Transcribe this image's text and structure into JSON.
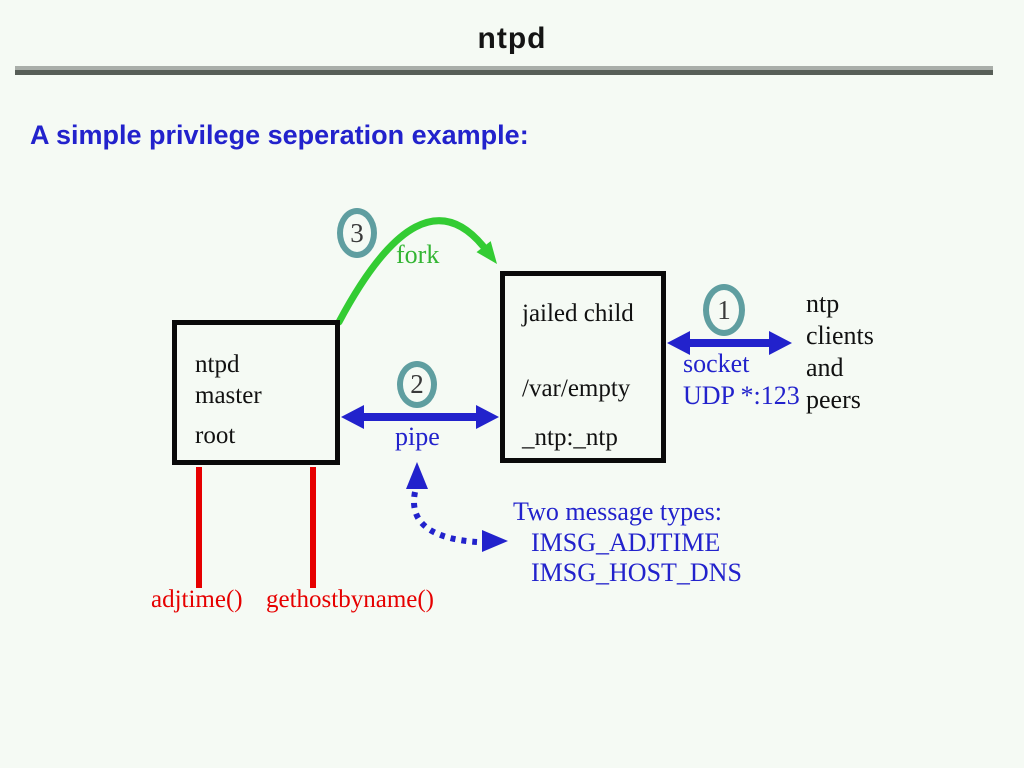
{
  "slide": {
    "title": "ntpd",
    "subtitle": "A simple privilege seperation example:"
  },
  "diagram": {
    "master_box": {
      "lines": [
        "ntpd",
        "master",
        "root"
      ]
    },
    "child_box": {
      "lines": [
        "jailed child",
        "/var/empty",
        "_ntp:_ntp"
      ]
    },
    "steps": {
      "socket": {
        "number": "1",
        "label": "socket",
        "sublabel": "UDP *:123"
      },
      "pipe": {
        "number": "2",
        "label": "pipe"
      },
      "fork": {
        "number": "3",
        "label": "fork"
      }
    },
    "clients": {
      "lines": [
        "ntp",
        "clients",
        "and",
        "peers"
      ]
    },
    "messages": {
      "heading": "Two message types:",
      "items": [
        "IMSG_ADJTIME",
        "IMSG_HOST_DNS"
      ]
    },
    "syscalls": [
      "adjtime()",
      "gethostbyname()"
    ]
  },
  "colors": {
    "background": "#F5FAF4",
    "blue": "#2222CC",
    "green": "#33CC33",
    "green-text": "#33B533",
    "red": "#E60000",
    "teal": "#5F9EA0",
    "rule-light": "#A9AEA9",
    "rule-dark": "#575E57"
  }
}
